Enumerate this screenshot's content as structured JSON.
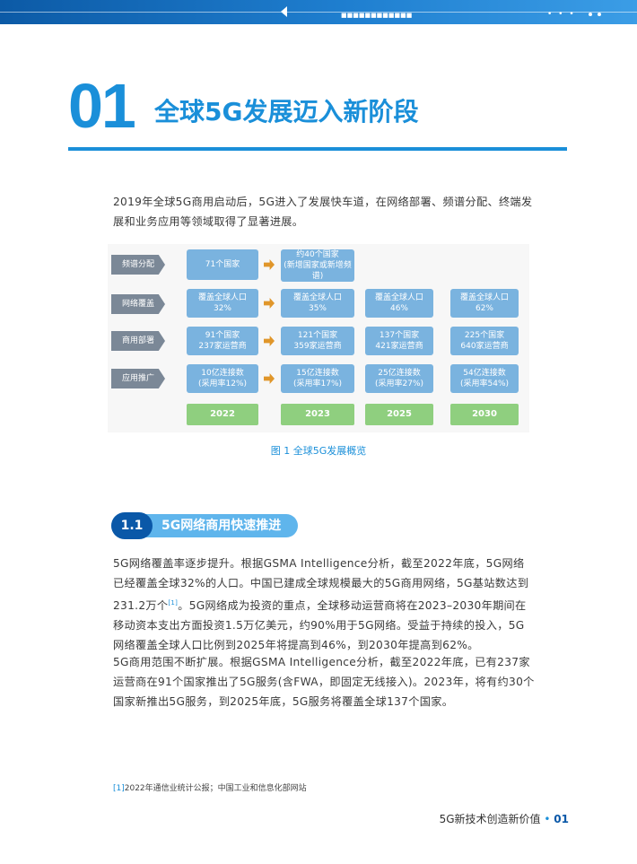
{
  "chapter": {
    "number": "01",
    "title": "全球5G发展迈入新阶段"
  },
  "intro": "2019年全球5G商用启动后，5G进入了发展快车道，在网络部署、频谱分配、终端发展和业务应用等领域取得了显著进展。",
  "figure": {
    "rows": [
      {
        "label": "频谱分配",
        "cells": [
          "71个国家",
          "约40个国家\n(新增国家或新增频谱)"
        ]
      },
      {
        "label": "网络覆盖",
        "cells": [
          "覆盖全球人口\n32%",
          "覆盖全球人口\n35%",
          "覆盖全球人口\n46%",
          "覆盖全球人口\n62%"
        ]
      },
      {
        "label": "商用部署",
        "cells": [
          "91个国家\n237家运营商",
          "121个国家\n359家运营商",
          "137个国家\n421家运营商",
          "225个国家\n640家运营商"
        ]
      },
      {
        "label": "应用推广",
        "cells": [
          "10亿连接数\n(采用率12%)",
          "15亿连接数\n(采用率17%)",
          "25亿连接数\n(采用率27%)",
          "54亿连接数\n(采用率54%)"
        ]
      }
    ],
    "years": [
      "2022",
      "2023",
      "2025",
      "2030"
    ],
    "caption": "图 1 全球5G发展概览",
    "colors": {
      "cell": "#7ab3df",
      "label": "#7b8897",
      "year": "#8fcf7f",
      "arrow": "#e0962a"
    }
  },
  "section": {
    "number": "1.1",
    "title": "5G网络商用快速推进"
  },
  "para1": {
    "part1": "5G网络覆盖率逐步提升。根据GSMA Intelligence分析，截至2022年底，5G网络已经覆盖全球32%的人口。中国已建成全球规模最大的5G商用网络，5G基站数达到231.2万个",
    "ref": "[1]",
    "part2": "。5G网络成为投资的重点，全球移动运营商将在2023–2030年期间在移动资本支出方面投资1.5万亿美元，约90%用于5G网络。受益于持续的投入，5G网络覆盖全球人口比例到2025年将提高到46%，到2030年提高到62%。"
  },
  "para2": "5G商用范围不断扩展。根据GSMA Intelligence分析，截至2022年底，已有237家运营商在91个国家推出了5G服务(含FWA，即固定无线接入)。2023年，将有约30个国家新推出5G服务，到2025年底，5G服务将覆盖全球137个国家。",
  "footnote": {
    "ref": "[1]",
    "text": "2022年通信业统计公报；中国工业和信息化部网站"
  },
  "footer": {
    "title": "5G新技术创造新价值",
    "separator": "•",
    "page": "01"
  },
  "theme": {
    "accent": "#1a8fd9",
    "dark": "#0a58a8",
    "pill": "#5fb5ec"
  }
}
